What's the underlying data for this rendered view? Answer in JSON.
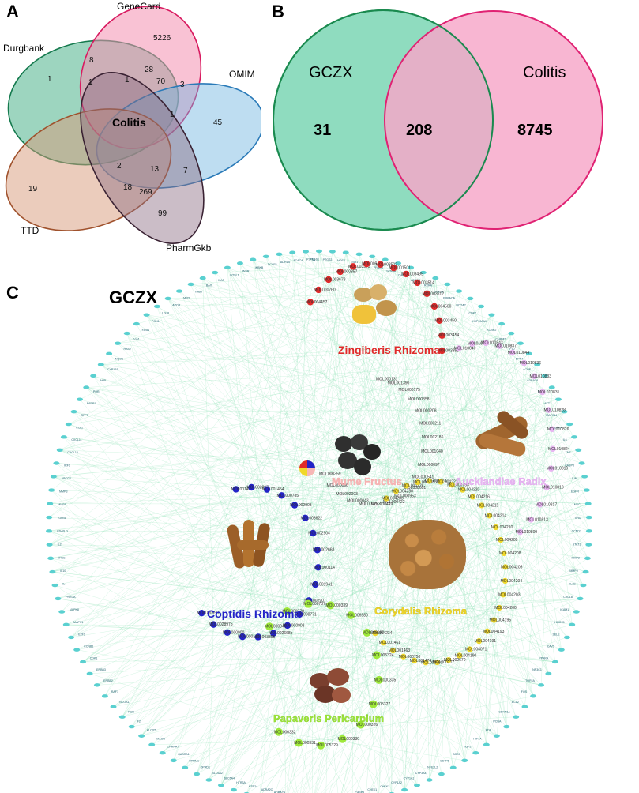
{
  "panel_a": {
    "letter": "A",
    "set_labels": {
      "genecard": "GeneCard",
      "durgbank": "Durgbank",
      "omim": "OMIM",
      "ttd": "TTD",
      "pharmgkb": "PharmGkb"
    },
    "center_label": "Colitis",
    "counts": [
      "5226",
      "8",
      "28",
      "70",
      "1",
      "1",
      "1",
      "3",
      "1",
      "45",
      "19",
      "2",
      "13",
      "7",
      "18",
      "269",
      "99"
    ],
    "colors": {
      "genecard": "#f48fb1",
      "durgbank": "#4db38a",
      "omim": "#6fb3e0",
      "ttd": "#d79a7a",
      "pharmgkb": "#8c6c83"
    }
  },
  "panel_b": {
    "letter": "B",
    "left_label": "GCZX",
    "right_label": "Colitis",
    "left_only": "31",
    "overlap": "208",
    "right_only": "8745",
    "colors": {
      "left": "#8fdcbf",
      "right": "#f7a6c8",
      "overlap": "#c7a6a8",
      "left_stroke": "#1a8a4f",
      "right_stroke": "#e02273"
    }
  },
  "panel_c": {
    "letter": "C",
    "network_title": "GCZX",
    "herbs": [
      {
        "name": "Zingiberis Rhizoma",
        "color": "#e02a2a"
      },
      {
        "name": "Mume Fructus",
        "color": "#f7b6b6"
      },
      {
        "name": "Aucklandiae Radix",
        "color": "#e8b6f2"
      },
      {
        "name": "Coptidis Rhizoma",
        "color": "#2323c8"
      },
      {
        "name": "Corydalis Rhizoma",
        "color": "#f0d82a"
      },
      {
        "name": "Papaveris Pericarpium",
        "color": "#9ee83a"
      }
    ],
    "molecules": {
      "red": [
        "MOL004457",
        "MOL000760",
        "MOL003678",
        "MOL000357",
        "MOL003575",
        "MOL005464",
        "MOL003502",
        "MOL001501",
        "MOL003495",
        "MOL003514",
        "MOL003612",
        "MOL004500",
        "MOL003450",
        "MOL003454",
        "MOL003358"
      ],
      "lavender": [
        "MOL010840",
        "MOL010838",
        "MOL010843",
        "MOL010837",
        "MOL010844",
        "MOL010836",
        "MOL010833",
        "MOL010831",
        "MOL010828",
        "MOL010826",
        "MOL010824",
        "MOL010819",
        "MOL010818",
        "MOL010817",
        "MOL010813",
        "MOL010809"
      ],
      "center": [
        "MOL000131",
        "MOL001390",
        "MOL000175",
        "MOL000358",
        "MOL000208",
        "MOL000211",
        "MOL002186",
        "MOL001040",
        "MOL000097",
        "MOL000541",
        "MOL008601",
        "MOL000953",
        "MOL000422",
        "MOL000449",
        "MOL000263",
        "MOL000043",
        "MOL002003",
        "MOL000096",
        "MOL000359"
      ],
      "yellow": [
        "MOL004233",
        "MOL004230",
        "MOL004228",
        "MOL004225",
        "MOL004224",
        "MOL004221",
        "MOL000793",
        "MOL004220",
        "MOL004216",
        "MOL004215",
        "MOL004214",
        "MOL004210",
        "MOL004209",
        "MOL004208",
        "MOL004205",
        "MOL004204",
        "MOL004203",
        "MOL004200",
        "MOL004195",
        "MOL004193",
        "MOL004191",
        "MOL004071",
        "MOL004190",
        "MOL002670",
        "MOL000217",
        "MOL000791",
        "MOL001474",
        "MOL000750",
        "MOL001463",
        "MOL001461",
        "MOL004234"
      ],
      "blue": [
        "MOL001458",
        "MOL002897",
        "MOL001454",
        "MOL000785",
        "MOL002903",
        "MOL003622",
        "MOL002904",
        "MOL002668",
        "MOL000114",
        "MOL001941",
        "MOL002907",
        "MOL000771",
        "MOL000902",
        "MOL002668b",
        "MOL003895",
        "MOL000134",
        "MOL000900",
        "MOL002897b",
        "MOL000898"
      ],
      "green": [
        "MOL000045",
        "MOL000378",
        "MOL000787",
        "MOL000339",
        "MOL006980",
        "MOL006982",
        "MOL005324",
        "MOL000335",
        "MOL005327",
        "MOL000326",
        "MOL000330",
        "MOL005329",
        "MOL000331",
        "MOL000332"
      ]
    },
    "targets": [
      "PTGS1",
      "PTGS2",
      "NOS2",
      "ESR1",
      "AR",
      "PPARG",
      "SCN5A",
      "CHRM1",
      "ADRB2",
      "RXRA",
      "GSK3B",
      "PRKACA",
      "NCOA2",
      "CDK2",
      "HSP90AA1",
      "KCNH2",
      "CHRM2",
      "F10",
      "DPP4",
      "ACHE",
      "ADRA1A",
      "RELA",
      "AKT1",
      "MAPK14",
      "VEGFA",
      "IL6",
      "TNF",
      "CASP3",
      "JUN",
      "EGFR",
      "MYC",
      "TP53",
      "CCND1",
      "STAT1",
      "MMP2",
      "MMP9",
      "IL1B",
      "CXCL8",
      "ICAM1",
      "HMOX1",
      "SELE",
      "CAV1",
      "PPARA",
      "NR3C1",
      "TOP2A",
      "FOS",
      "BCL2",
      "CDKN1A",
      "PCNA",
      "KDR",
      "HIF1A",
      "IGF2",
      "SOD1",
      "GSTP1",
      "NFE2L2",
      "CYP3A4",
      "CYP1A1",
      "CYP1A2",
      "CHEK2",
      "CHEK1",
      "CASP9",
      "CASP8",
      "PLAU",
      "SERPINE1",
      "PTGER3",
      "DRD1",
      "DRD2",
      "ADRA2A",
      "ADRA2C",
      "HTR2A",
      "HTR3A",
      "SLC6A4",
      "SLC6A2",
      "OPRD1",
      "OPRM1",
      "GABRA1",
      "CHRNA7",
      "MAOB",
      "ALOX5",
      "F2",
      "PGR",
      "NCOA1",
      "RAF1",
      "ERBB2",
      "ERBB3",
      "CDK1",
      "CCNB1",
      "E2F1",
      "MAPK1",
      "MAPK8",
      "PRKCA",
      "IL4",
      "IL10",
      "IFNG",
      "IL2",
      "CD40LG",
      "TGFB1",
      "MMP1",
      "MMP3",
      "ABCG2",
      "IRF1",
      "CXCL10",
      "CXCL11",
      "CCL2",
      "SPP1",
      "PARP1",
      "POR",
      "AHR",
      "CYP1B1",
      "NQO1",
      "HAS2",
      "GJA1",
      "FASN",
      "PON1",
      "LDLR",
      "APOB",
      "MPO",
      "THBD",
      "BAX",
      "XIAP",
      "FOSL1",
      "INSR",
      "IKBKB",
      "DCAF5",
      "ADH1B",
      "ACACA",
      "PTPN1"
    ]
  }
}
